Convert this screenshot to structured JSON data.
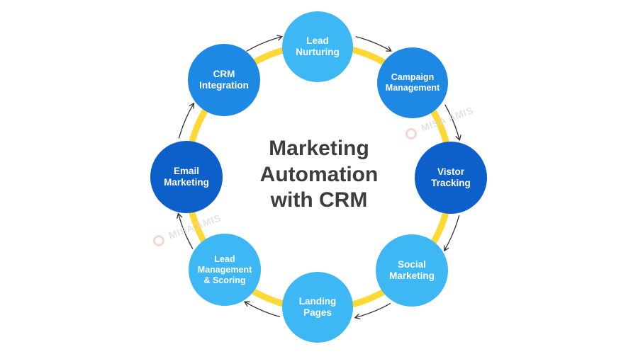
{
  "title": "Marketing\nAutomation\nwith CRM",
  "watermark_text": "MISA AMIS",
  "colors": {
    "ring": "#FDD836",
    "arrow": "#333333",
    "light_blue": "#3DB8F5",
    "mid_blue": "#1E88E5",
    "dark_blue": "#0D5FC9",
    "title_text": "#3d3d3d"
  },
  "nodes": [
    {
      "label": "Lead\nNurturing",
      "tone": "light_blue"
    },
    {
      "label": "Campaign\nManagement",
      "tone": "mid_blue"
    },
    {
      "label": "Vistor\nTracking",
      "tone": "dark_blue"
    },
    {
      "label": "Social\nMarketing",
      "tone": "light_blue"
    },
    {
      "label": "Landing\nPages",
      "tone": "light_blue"
    },
    {
      "label": "Lead\nManagement\n& Scoring",
      "tone": "light_blue"
    },
    {
      "label": "Email\nMarketing",
      "tone": "dark_blue"
    },
    {
      "label": "CRM\nIntegration",
      "tone": "mid_blue"
    }
  ]
}
